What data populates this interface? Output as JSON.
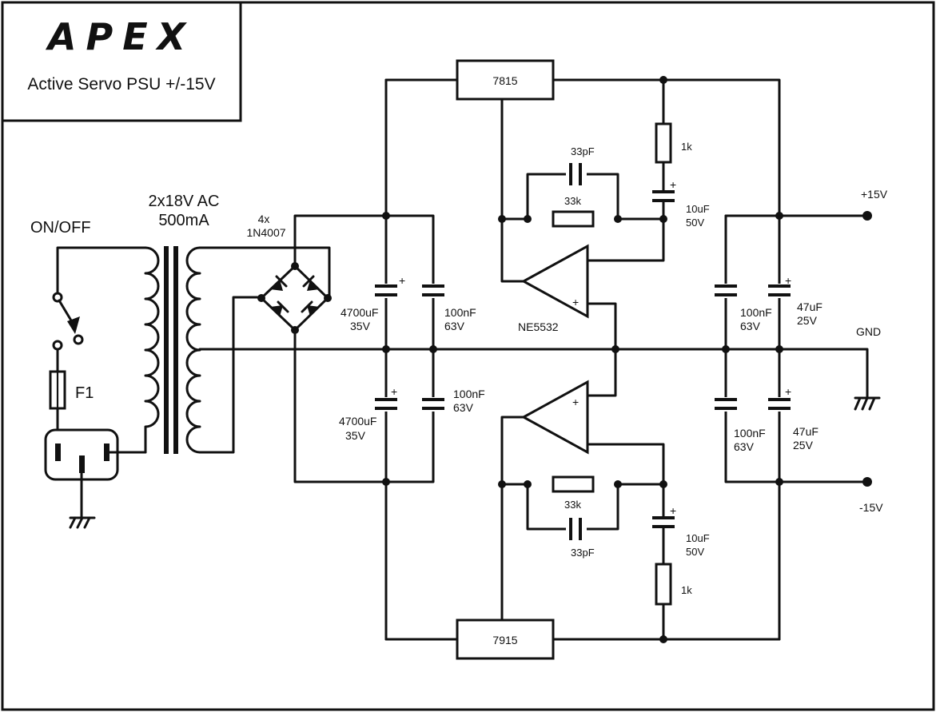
{
  "title_block": {
    "logo": "APEX",
    "title": "Active Servo PSU +/-15V"
  },
  "labels": {
    "on_off": "ON/OFF",
    "transformer_line1": "2x18V AC",
    "transformer_line2": "500mA",
    "bridge_count": "4x",
    "bridge_part": "1N4007",
    "fuse": "F1",
    "reg_pos": "7815",
    "reg_neg": "7915",
    "opamp": "NE5532",
    "cap_33p": "33pF",
    "res_33k": "33k",
    "res_1k": "1k",
    "cap_10u": "10uF",
    "cap_10u_v": "50V",
    "cap_4700u": "4700uF",
    "cap_4700u_v": "35V",
    "cap_100n": "100nF",
    "cap_100n_v": "63V",
    "cap_47u": "47uF",
    "cap_47u_v": "25V",
    "out_pos": "+15V",
    "out_gnd": "GND",
    "out_neg": "-15V",
    "plus": "+"
  }
}
